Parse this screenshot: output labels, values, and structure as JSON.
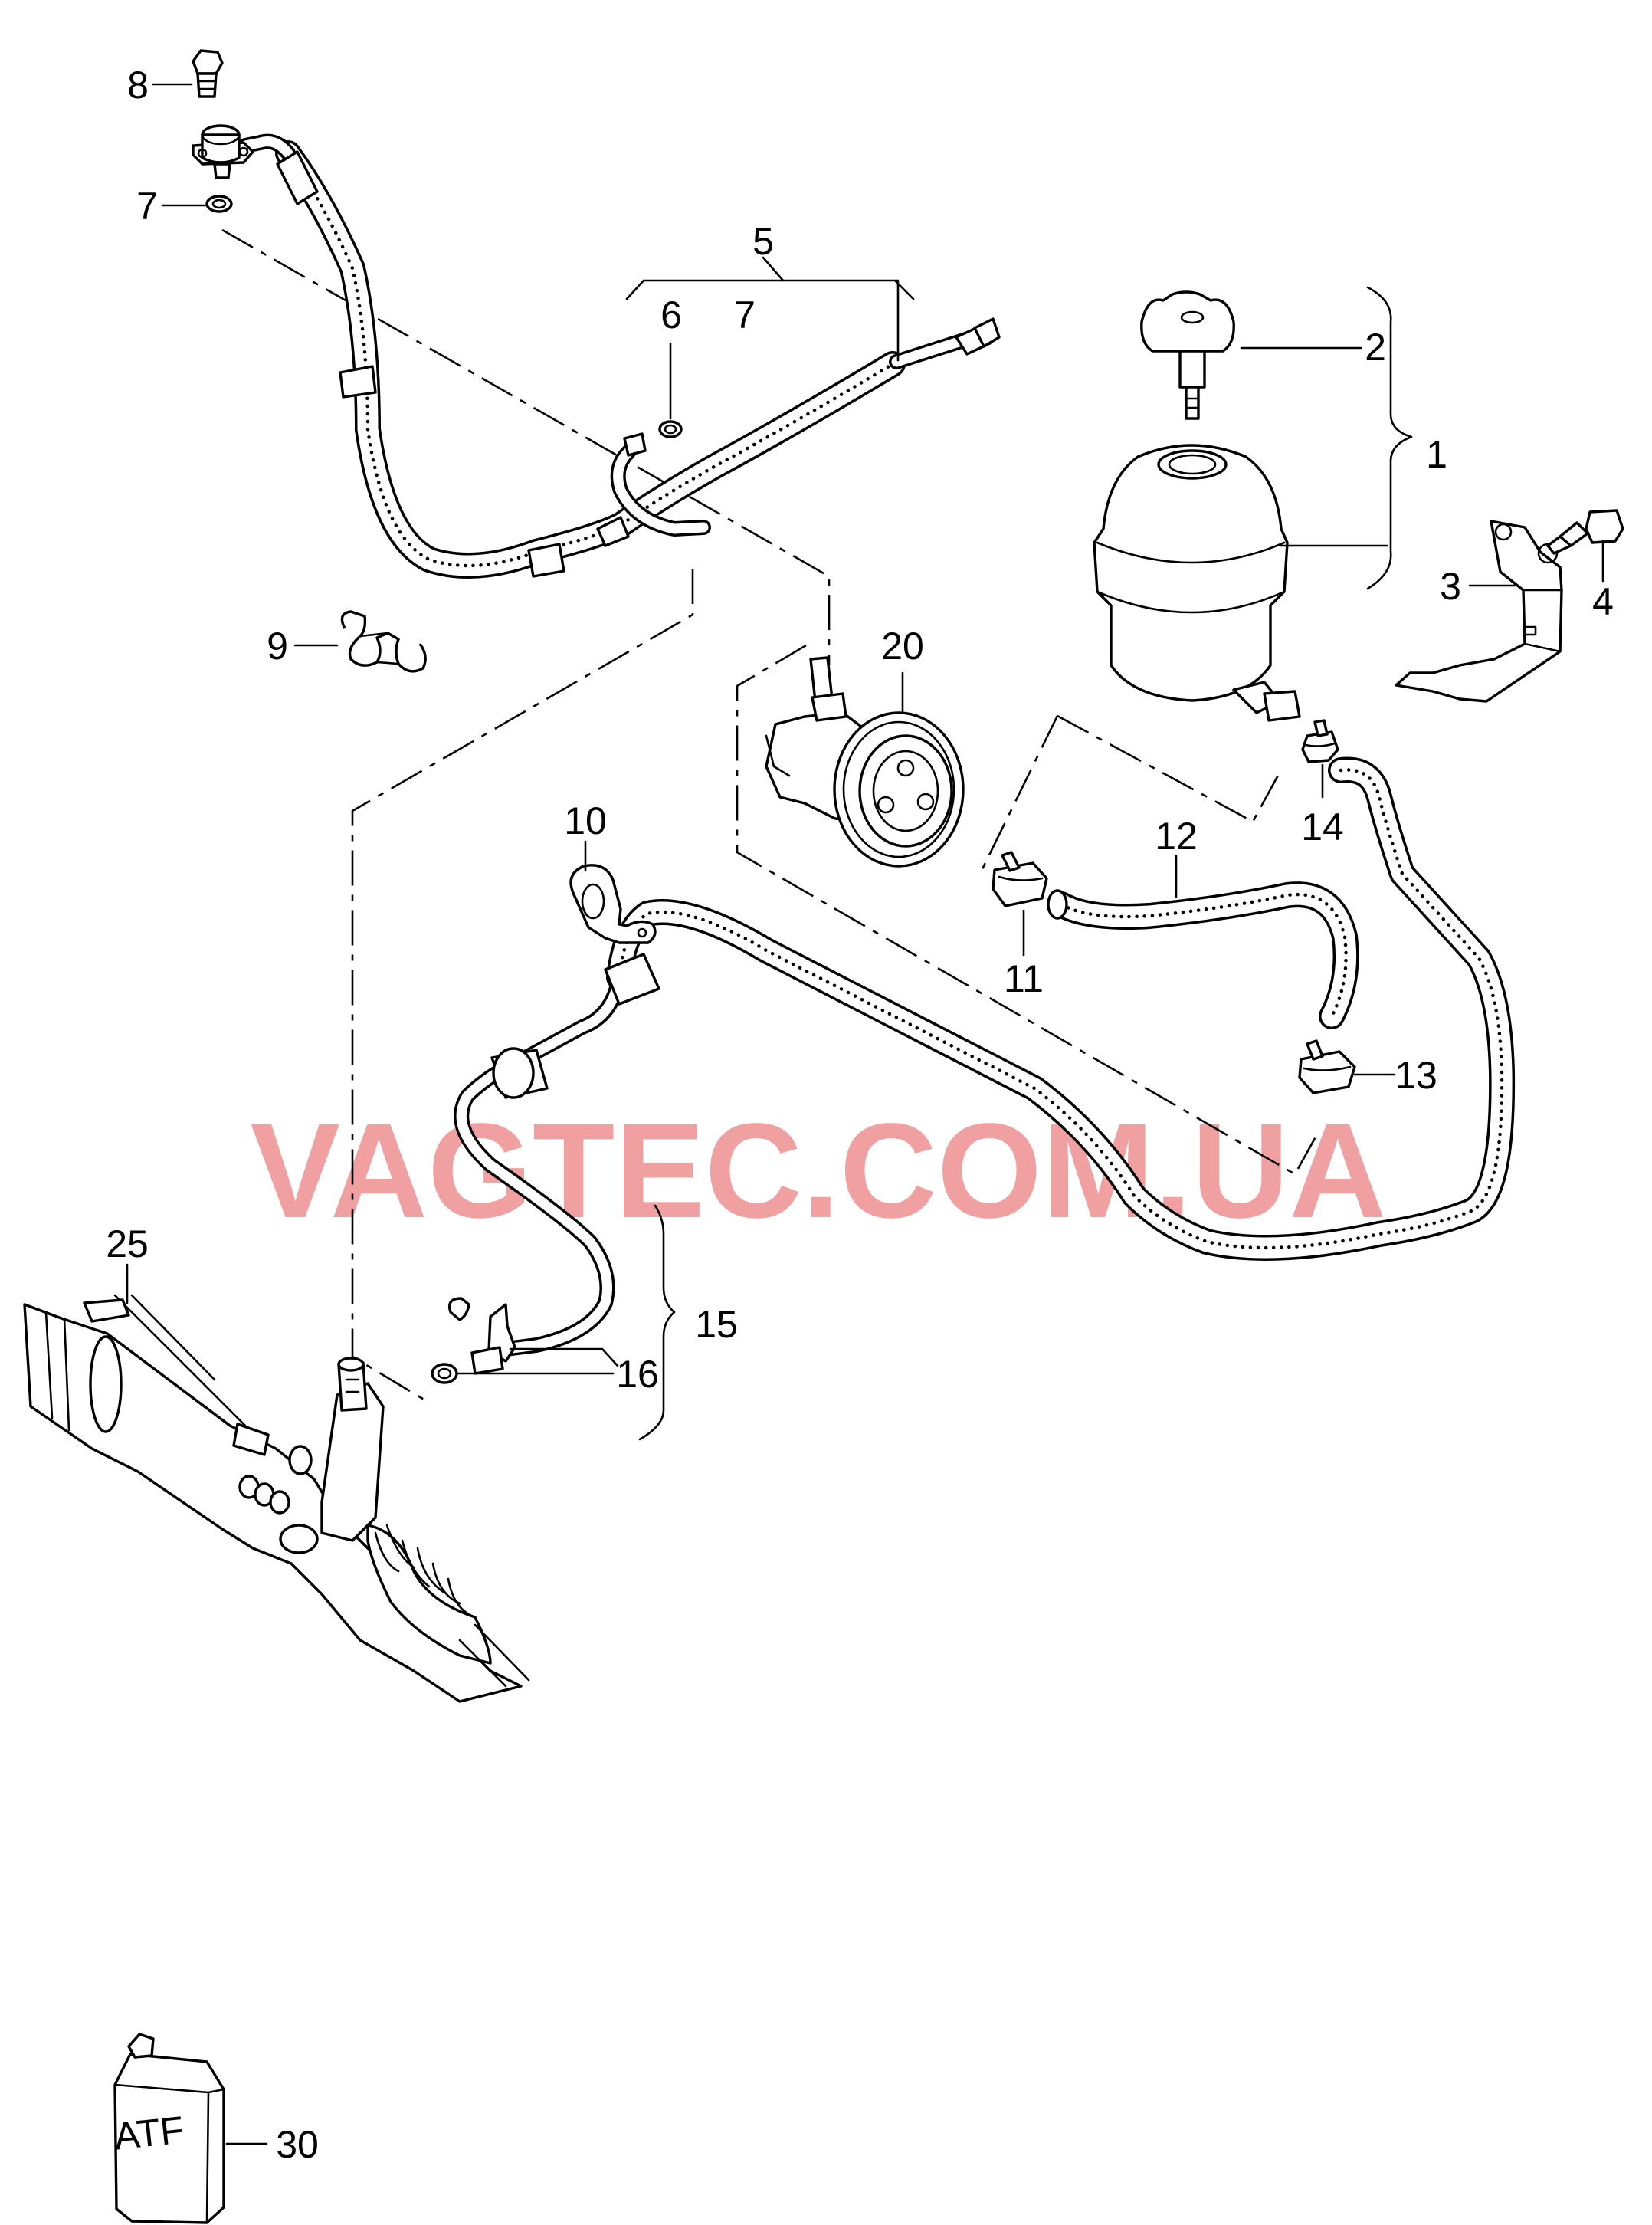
{
  "watermark": {
    "text": "VAGTEC.COM.UA",
    "color": "#f0a0a0"
  },
  "callouts": {
    "c1": "1",
    "c2": "2",
    "c3": "3",
    "c4": "4",
    "c5": "5",
    "c6": "6",
    "c7_top": "7",
    "c7_left": "7",
    "c8": "8",
    "c9": "9",
    "c10": "10",
    "c11": "11",
    "c12": "12",
    "c13": "13",
    "c14": "14",
    "c15": "15",
    "c16": "16",
    "c20": "20",
    "c25": "25",
    "c30": "30"
  },
  "container_label": "ATF",
  "parts": [
    "reservoir-cap-icon",
    "reservoir-icon",
    "bracket-icon",
    "bolt-icon",
    "pressure-hose-icon",
    "seal-ring-icon",
    "banjo-bolt-icon",
    "hose-clip-icon",
    "retaining-clip-icon",
    "spring-clamp-icon",
    "suction-hose-icon",
    "return-line-icon",
    "power-steering-pump-icon",
    "steering-rack-icon",
    "fluid-container-icon"
  ]
}
